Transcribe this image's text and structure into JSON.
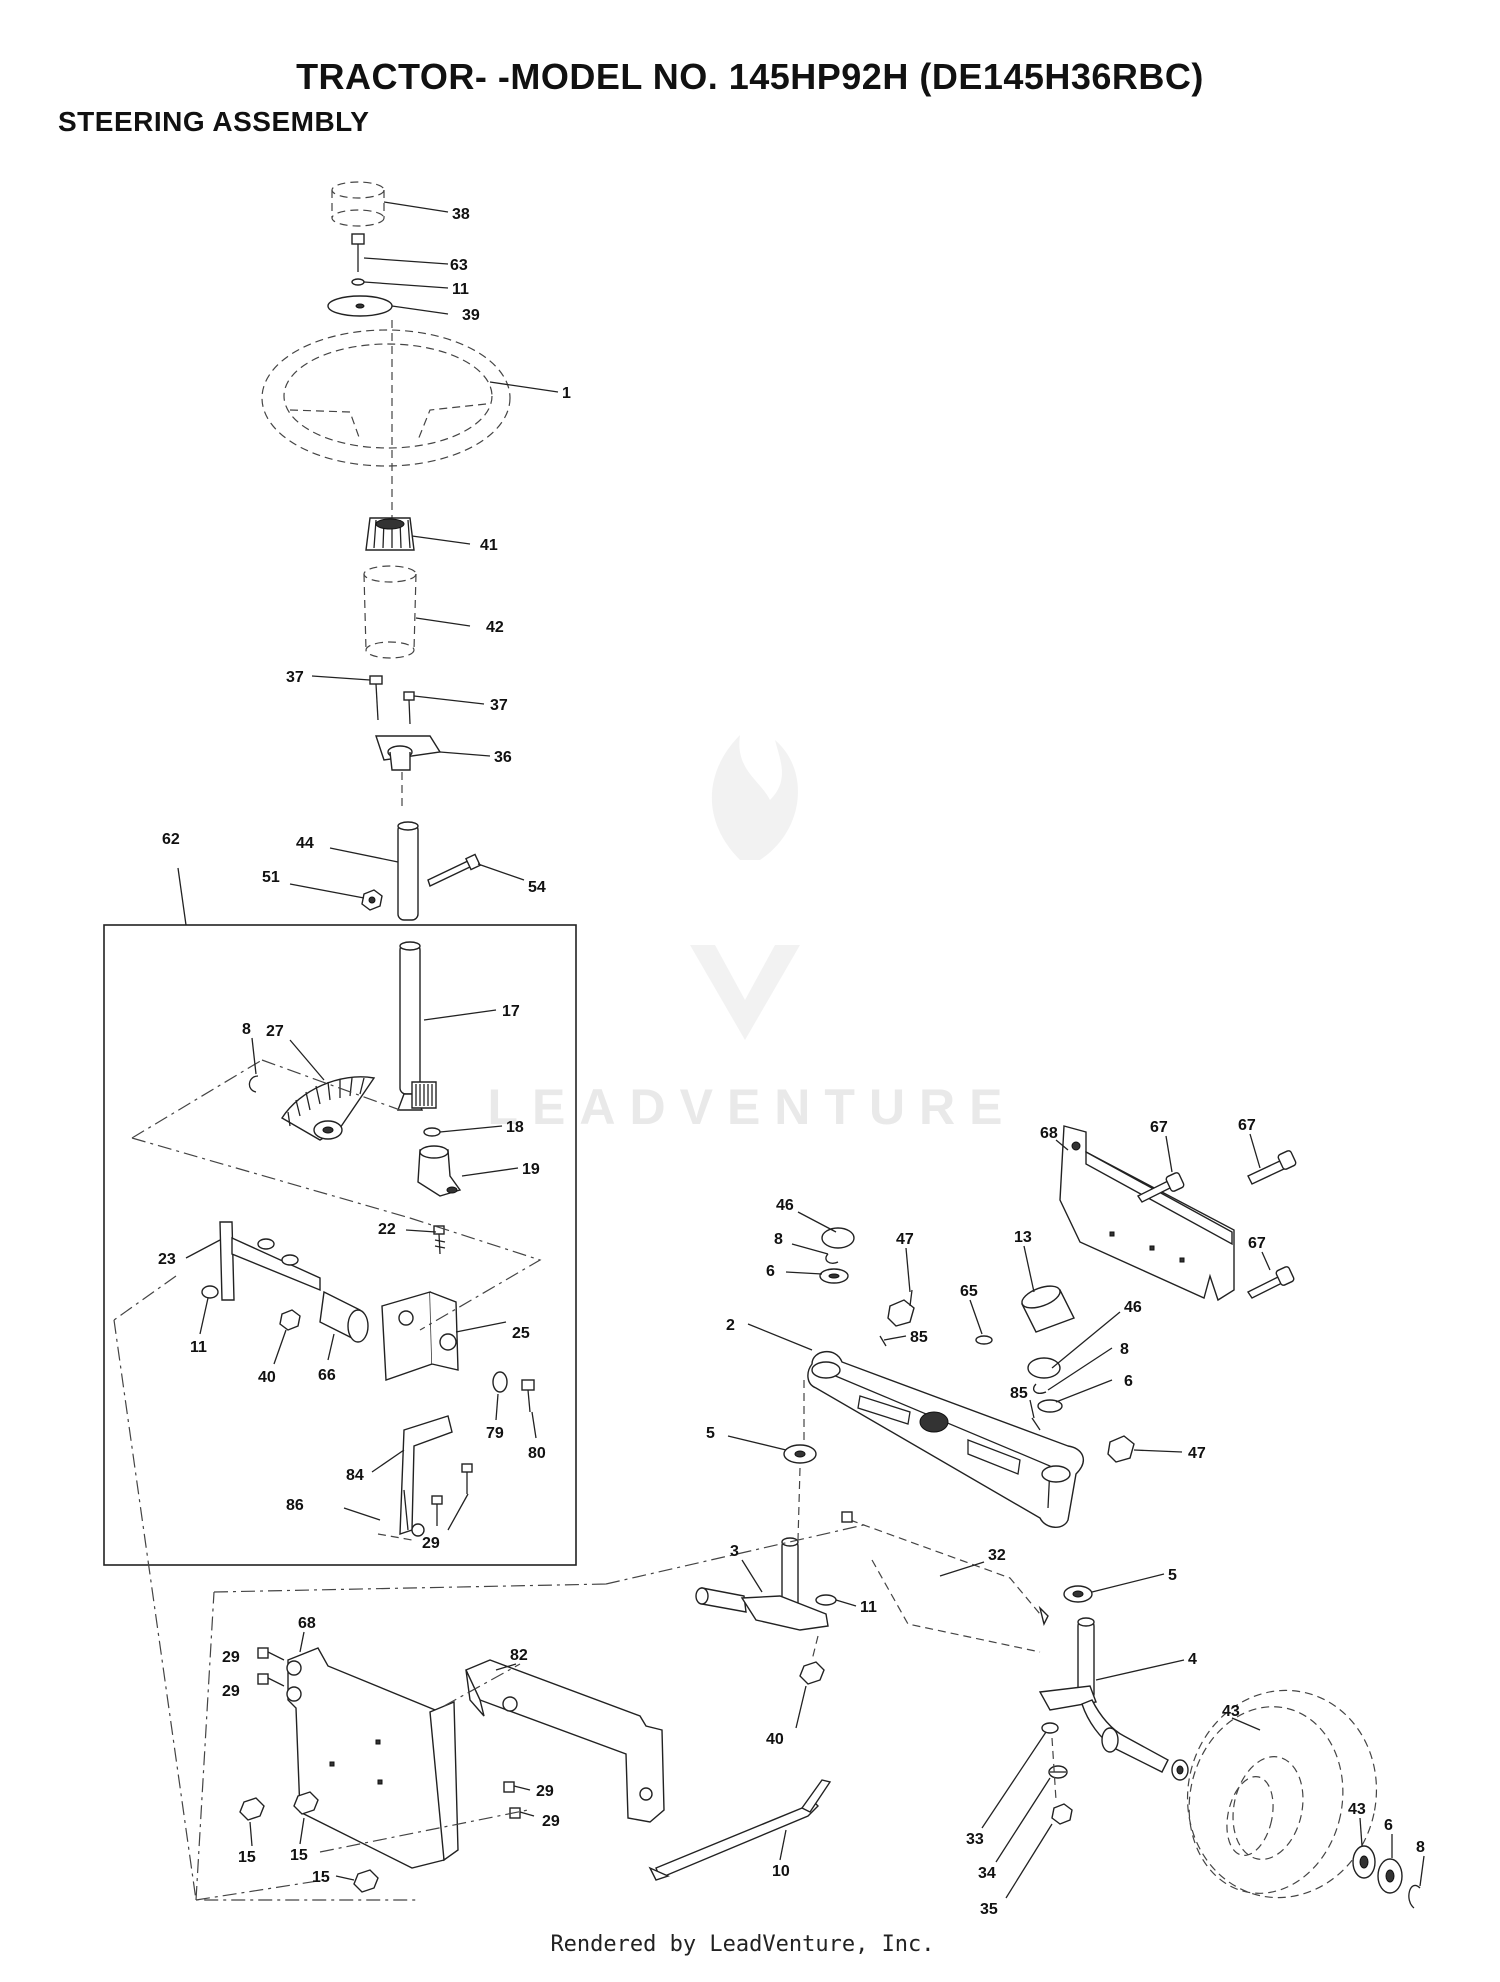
{
  "title": "TRACTOR- -MODEL NO. 145HP92H (DE145H36RBC)",
  "subtitle": "STEERING ASSEMBLY",
  "footer": "Rendered by LeadVenture, Inc.",
  "watermark": "LEADVENTURE",
  "callouts": [
    "38",
    "63",
    "11",
    "39",
    "1",
    "41",
    "42",
    "37",
    "37",
    "36",
    "62",
    "44",
    "54",
    "51",
    "17",
    "8",
    "27",
    "18",
    "19",
    "22",
    "23",
    "11",
    "40",
    "66",
    "25",
    "79",
    "80",
    "84",
    "86",
    "29",
    "46",
    "8",
    "6",
    "47",
    "85",
    "13",
    "65",
    "68",
    "67",
    "67",
    "67",
    "2",
    "46",
    "8",
    "6",
    "85",
    "47",
    "5",
    "3",
    "11",
    "32",
    "5",
    "4",
    "68",
    "29",
    "29",
    "82",
    "40",
    "29",
    "29",
    "15",
    "15",
    "15",
    "10",
    "43",
    "33",
    "34",
    "35",
    "43",
    "6",
    "8"
  ]
}
